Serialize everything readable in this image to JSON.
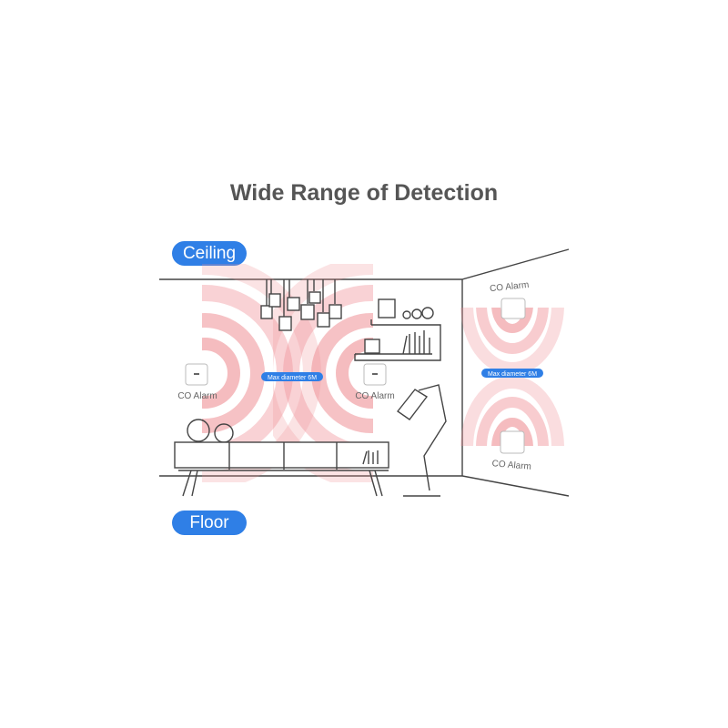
{
  "title": "Wide Range of Detection",
  "labels": {
    "ceiling": "Ceiling",
    "floor": "Floor"
  },
  "alarm_label": "CO Alarm",
  "range_tag": "Max diameter 6M",
  "colors": {
    "accent": "#2f7fe6",
    "wave": "#ef8f95",
    "title": "#555555"
  }
}
